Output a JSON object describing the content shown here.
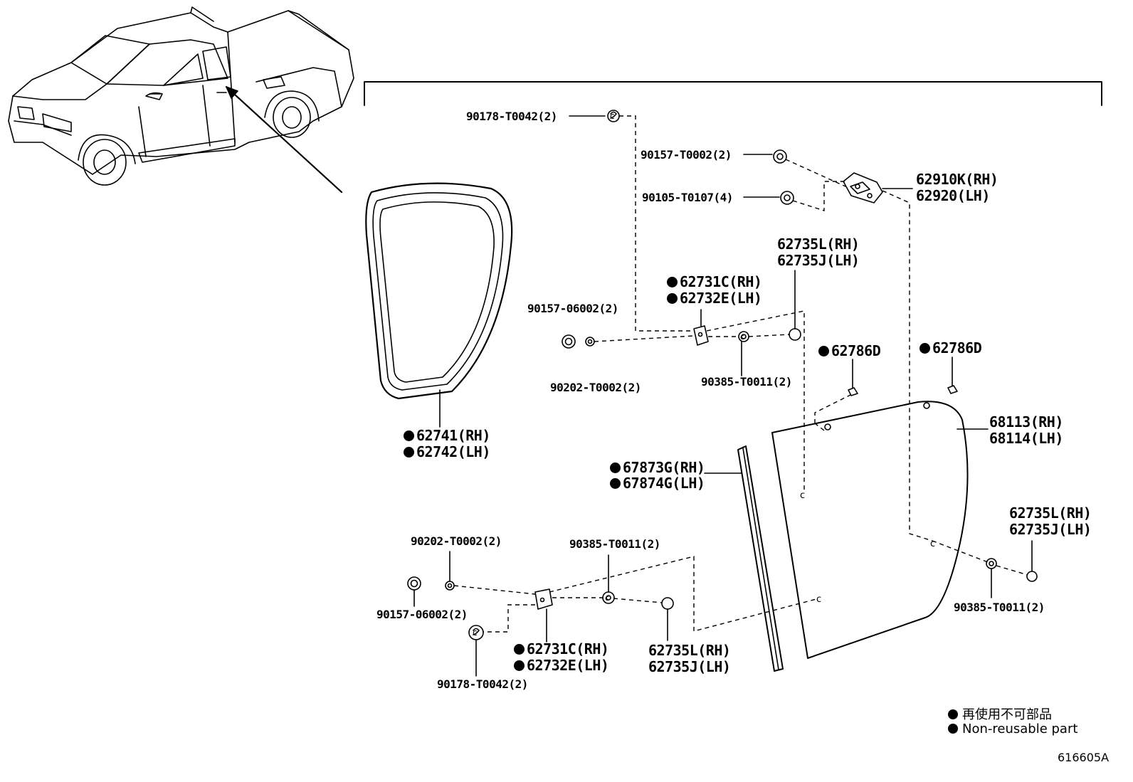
{
  "labels": {
    "l_90178_top": "90178-T0042(2)",
    "l_90157_t": "90157-T0002(2)",
    "l_90105": "90105-T0107(4)",
    "l_62910k": "62910K(RH)",
    "l_62920": "62920(LH)",
    "l_62735l_a": "62735L(RH)",
    "l_62735j_a": "62735J(LH)",
    "l_62731c_a": "62731C(RH)",
    "l_62732e_a": "62732E(LH)",
    "l_90157_06_a": "90157-06002(2)",
    "l_62786d_a": "62786D",
    "l_62786d_b": "62786D",
    "l_90202_a": "90202-T0002(2)",
    "l_90385_a": "90385-T0011(2)",
    "l_62741": "62741(RH)",
    "l_62742": "62742(LH)",
    "l_68113": "68113(RH)",
    "l_68114": "68114(LH)",
    "l_67873g": "67873G(RH)",
    "l_67874g": "67874G(LH)",
    "l_62735l_b": "62735L(RH)",
    "l_62735j_b": "62735J(LH)",
    "l_90202_b": "90202-T0002(2)",
    "l_90385_b": "90385-T0011(2)",
    "l_90157_06_b": "90157-06002(2)",
    "l_62731c_b": "62731C(RH)",
    "l_62732e_b": "62732E(LH)",
    "l_62735l_c": "62735L(RH)",
    "l_62735j_c": "62735J(LH)",
    "l_90385_c": "90385-T0011(2)",
    "l_90178_bot": "90178-T0042(2)"
  },
  "legend": {
    "jp": "再使用不可部品",
    "en": "Non-reusable part"
  },
  "diagram_ref": "616605A"
}
